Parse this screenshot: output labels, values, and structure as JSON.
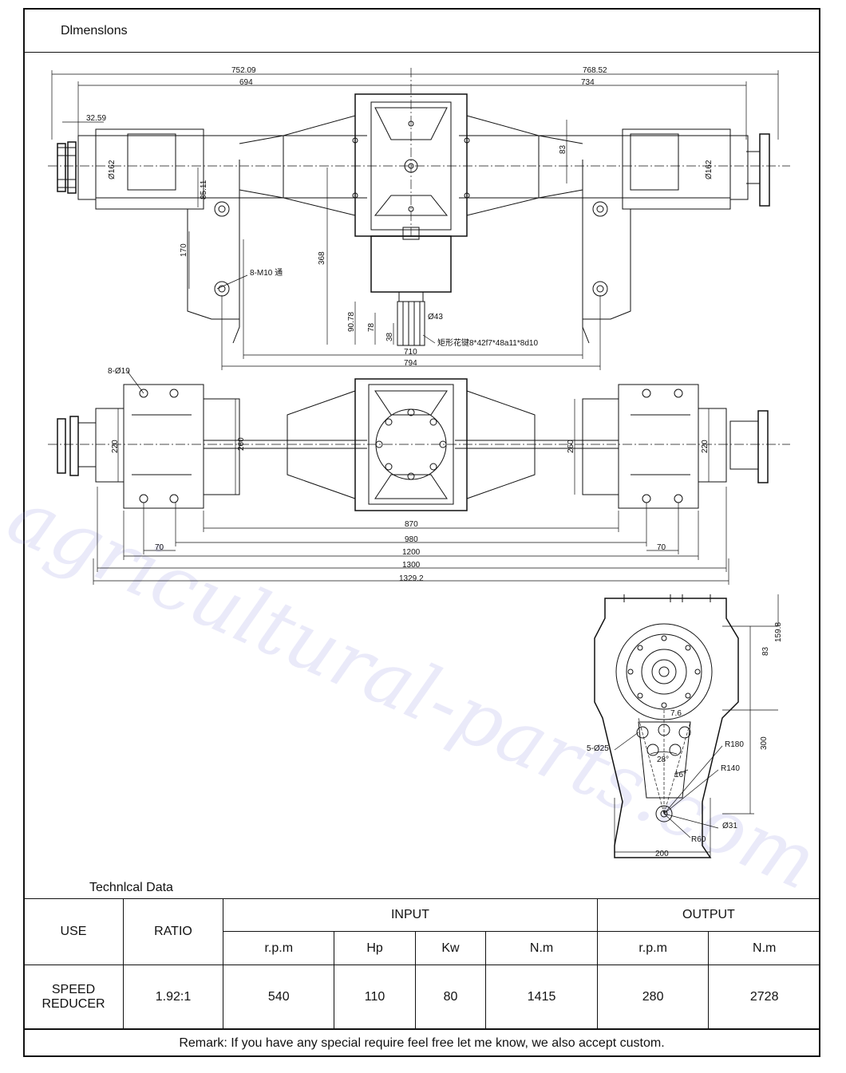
{
  "header": {
    "title": "Dlmenslons"
  },
  "watermark": "agricultural-parts.com",
  "drawing": {
    "top_view": {
      "dim_752": "752.09",
      "dim_768": "768.52",
      "dim_694": "694",
      "dim_734": "734",
      "dim_32": "32.59",
      "dim_83": "83",
      "dim_d162_left": "Ø162",
      "dim_d162_right": "Ø162",
      "dim_85": "85.11",
      "dim_170": "170",
      "dim_368": "368",
      "dim_bolt": "8-M10 通",
      "dim_90": "90.78",
      "dim_78": "78",
      "dim_38": "38",
      "dim_d43": "Ø43",
      "dim_spline": "矩形花键8*42f7*48a11*8d10",
      "dim_710": "710",
      "dim_794": "794"
    },
    "front_view": {
      "dim_8d19": "8-Ø19",
      "dim_220_left": "220",
      "dim_260_left": "260",
      "dim_260_right": "260",
      "dim_220_right": "220",
      "dim_870": "870",
      "dim_980": "980",
      "dim_70_left": "70",
      "dim_70_right": "70",
      "dim_1200": "1200",
      "dim_1300": "1300",
      "dim_1329": "1329.2"
    },
    "side_view": {
      "dim_159": "159.8",
      "dim_83": "83",
      "dim_7": "7.6",
      "dim_5d25": "5-Ø25",
      "dim_28": "28°",
      "dim_16": "16°",
      "dim_r180": "R180",
      "dim_r140": "R140",
      "dim_300": "300",
      "dim_d31": "Ø31",
      "dim_r60": "R60",
      "dim_200": "200"
    }
  },
  "technical": {
    "title": "Technlcal Data",
    "col_use": "USE",
    "col_ratio": "RATIO",
    "col_input": "INPUT",
    "col_output": "OUTPUT",
    "sub": {
      "in_rpm": "r.p.m",
      "in_hp": "Hp",
      "in_kw": "Kw",
      "in_nm": "N.m",
      "out_rpm": "r.p.m",
      "out_nm": "N.m"
    },
    "row": {
      "use_line1": "SPEED",
      "use_line2": "REDUCER",
      "ratio": "1.92:1",
      "in_rpm": "540",
      "in_hp": "110",
      "in_kw": "80",
      "in_nm": "1415",
      "out_rpm": "280",
      "out_nm": "2728"
    },
    "remark": "Remark: If you have any special require feel free let me know, we also accept custom."
  }
}
